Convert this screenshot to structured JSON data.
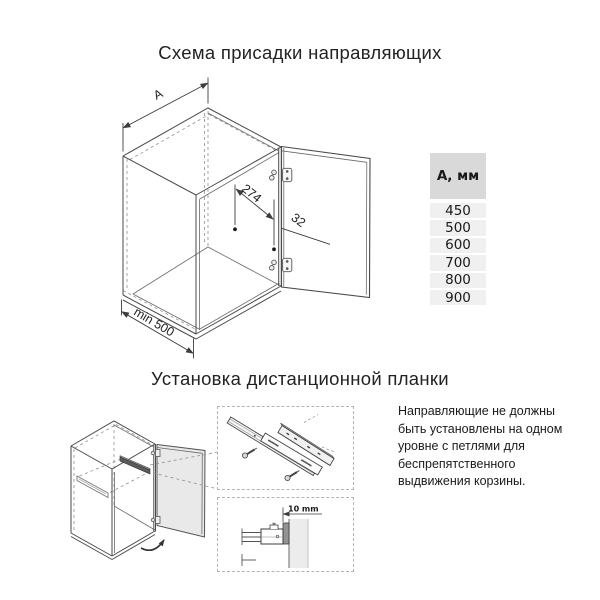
{
  "page": {
    "background": "#ffffff"
  },
  "section1": {
    "title": "Схема присадки направляющих",
    "diagram": {
      "dim_width_label": "A",
      "dim_depth_label": "min 500",
      "dim_hole_spacing_label": "274",
      "dim_front_offset_label": "32"
    },
    "table": {
      "header": "А, мм",
      "rows": [
        "450",
        "500",
        "600",
        "700",
        "800",
        "900"
      ],
      "header_bg": "#d9d9d9",
      "row_bg": "#f0f0f0"
    }
  },
  "section2": {
    "title": "Установка дистанционной планки",
    "detail_dim_label": "10 mm",
    "note": "Направляющие не должны\nбыть установлены на одном\nуровне с петлями для\nбеспрепятственного\nвыдвижения корзины."
  }
}
